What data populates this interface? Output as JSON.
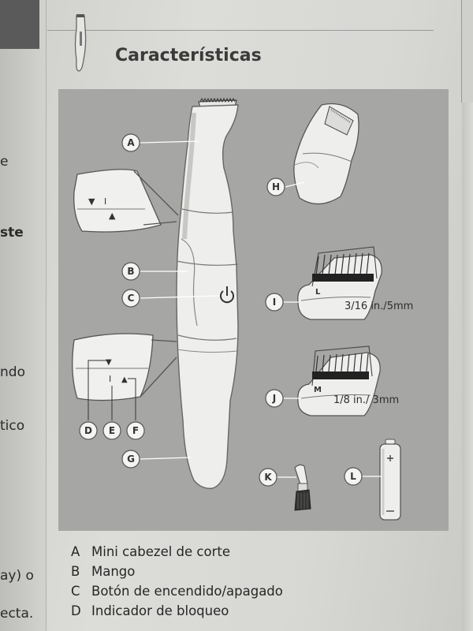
{
  "page": {
    "title": "Características"
  },
  "left_page_fragments": [
    {
      "text": "e",
      "bold": false
    },
    {
      "text": "ste",
      "bold": true
    },
    {
      "text": "ndo",
      "bold": false
    },
    {
      "text": "tico",
      "bold": false
    },
    {
      "text": "ay) o",
      "bold": false
    },
    {
      "text": "ecta.",
      "bold": false
    }
  ],
  "callouts": [
    "A",
    "B",
    "C",
    "D",
    "E",
    "F",
    "G",
    "H",
    "I",
    "J",
    "K",
    "L"
  ],
  "sizes": {
    "comb_I": "3/16 in./5mm",
    "comb_J": "1/8 in./ 3mm"
  },
  "comb_letters": {
    "I": "L",
    "J": "M"
  },
  "lock_marks": {
    "down": "▼",
    "line": "I",
    "up": "▲"
  },
  "legend": [
    {
      "letter": "A",
      "text": "Mini cabezel de corte"
    },
    {
      "letter": "B",
      "text": "Mango"
    },
    {
      "letter": "C",
      "text": "Botón de encendido/apagado"
    },
    {
      "letter": "D",
      "text": "Indicador de bloqueo"
    }
  ],
  "colors": {
    "panel": "#a6a7a4",
    "device": "#eeeeec",
    "accent": "#5a5a5a"
  }
}
